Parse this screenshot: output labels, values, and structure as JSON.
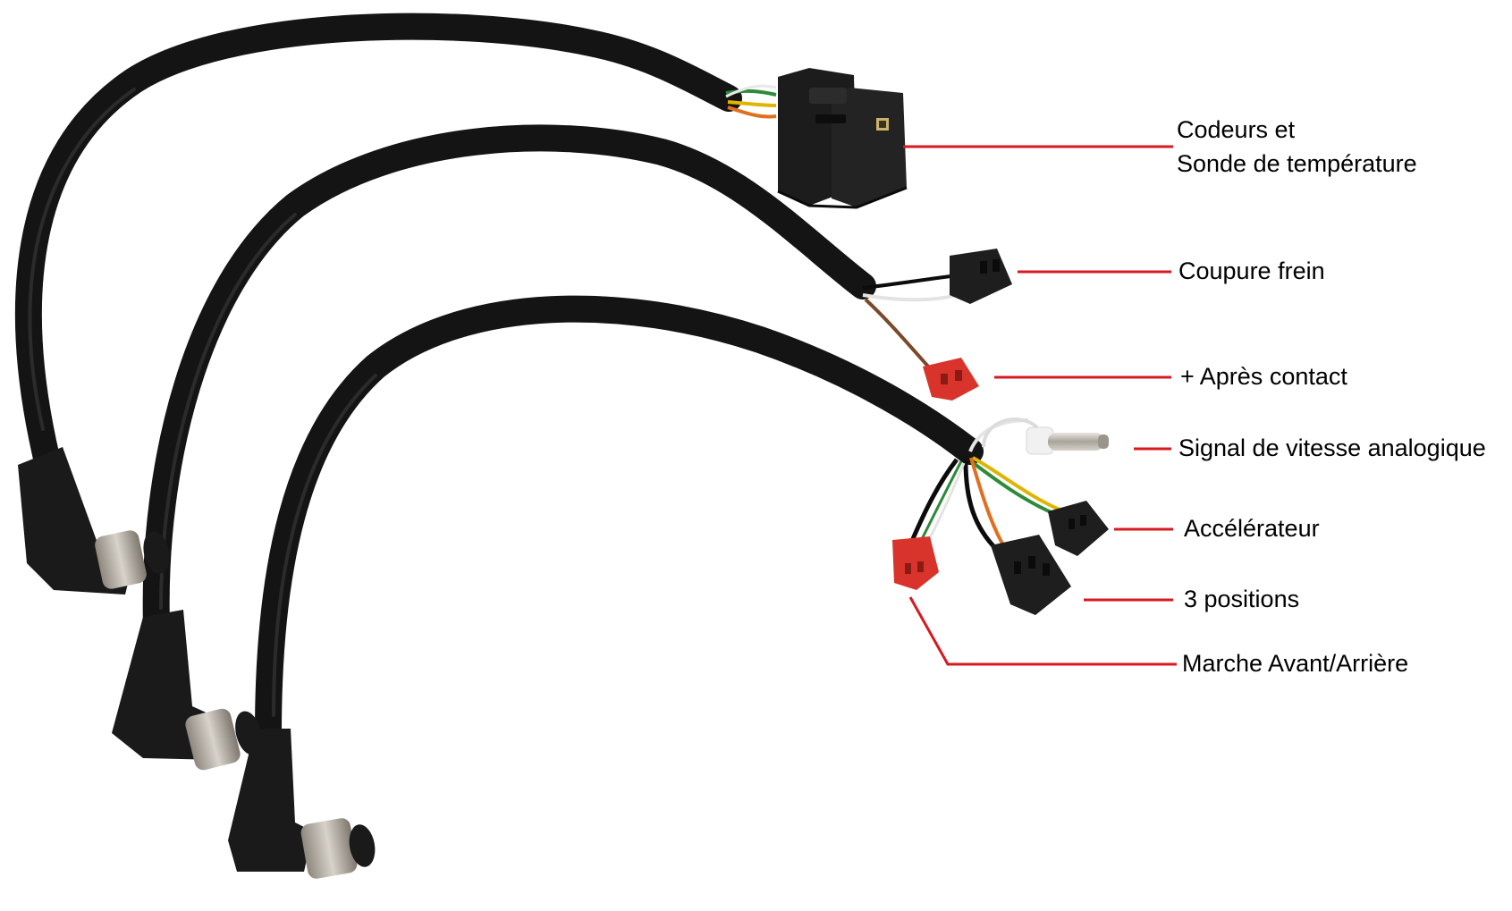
{
  "colors": {
    "background": "#ffffff",
    "leader_line": "#d71920",
    "cable": "#141414",
    "connector_black": "#1c1c1c",
    "connector_red": "#d9342b",
    "metal": "#b8b2a8",
    "label_text": "#000000"
  },
  "labels": {
    "codeurs_line1": "Codeurs et",
    "codeurs_line2": "Sonde de température",
    "coupure_frein": "Coupure frein",
    "apres_contact": "+ Après contact",
    "signal_vitesse": "Signal de vitesse analogique",
    "accelerateur": "Accélérateur",
    "trois_positions": "3 positions",
    "marche": "Marche Avant/Arrière"
  }
}
